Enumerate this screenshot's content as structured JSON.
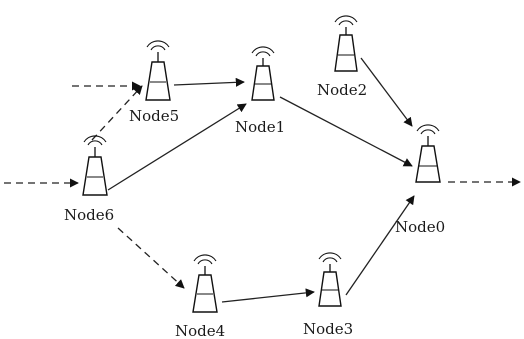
{
  "nodes": [
    {
      "id": "node0",
      "label": "Node0"
    },
    {
      "id": "node1",
      "label": "Node1"
    },
    {
      "id": "node2",
      "label": "Node2"
    },
    {
      "id": "node3",
      "label": "Node3"
    },
    {
      "id": "node4",
      "label": "Node4"
    },
    {
      "id": "node5",
      "label": "Node5"
    },
    {
      "id": "node6",
      "label": "Node6"
    }
  ],
  "links": [
    {
      "from": "node5",
      "to": "node1",
      "style": "solid"
    },
    {
      "from": "node6",
      "to": "node5",
      "style": "dashed"
    },
    {
      "from": "node6",
      "to": "node1",
      "style": "solid"
    },
    {
      "from": "node1",
      "to": "node0",
      "style": "solid"
    },
    {
      "from": "node2",
      "to": "node0",
      "style": "solid"
    },
    {
      "from": "node6",
      "to": "node4",
      "style": "dashed"
    },
    {
      "from": "node4",
      "to": "node3",
      "style": "solid"
    },
    {
      "from": "node3",
      "to": "node0",
      "style": "solid"
    },
    {
      "from": "external-left-upper",
      "to": "node5",
      "style": "dashed"
    },
    {
      "from": "external-left",
      "to": "node6",
      "style": "dashed"
    },
    {
      "from": "node0",
      "to": "external-right",
      "style": "dashed"
    }
  ],
  "icon": "antenna-tower-icon"
}
